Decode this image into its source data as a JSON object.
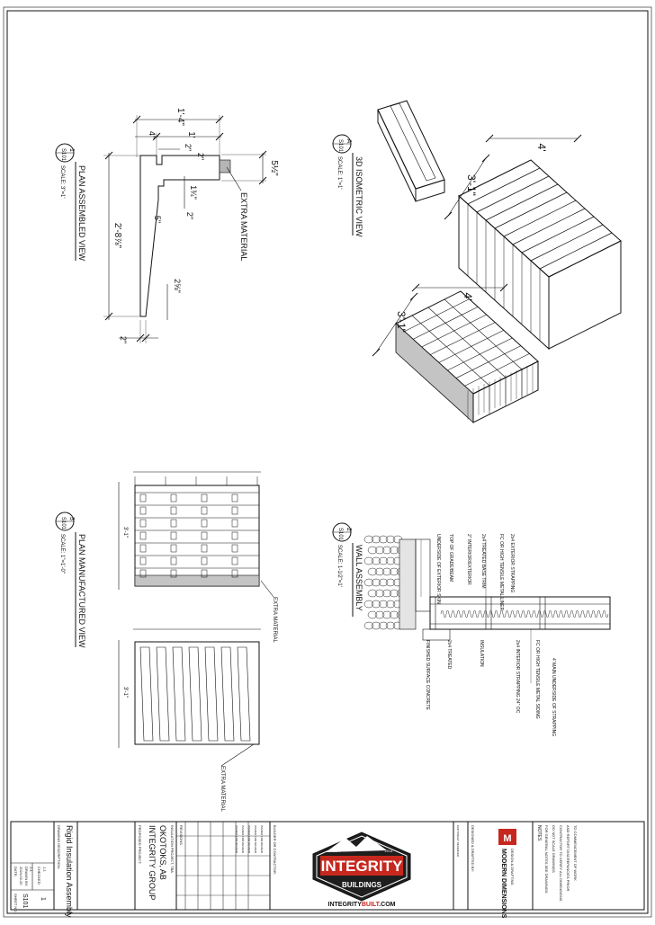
{
  "view1": {
    "number": "1",
    "sheet": "S101",
    "title": "PLAN ASSEMBLED VIEW",
    "scale": "SCALE: 3\"=1'",
    "dims": {
      "overall_width": "1'-4\"",
      "inner_width": "1'",
      "left_4": "4\"",
      "notch_2a": "2\"",
      "notch_2b": "2\"",
      "depth": "5½\"",
      "tab_depth": "1¾\"",
      "notch_2c": "2\"",
      "left_5": "5\"",
      "length": "2'-8⅞\"",
      "taper": "2⅝\"",
      "bottom_2": "2\""
    },
    "extra_material": "EXTRA MATERIAL"
  },
  "viewA": {
    "letter": "A",
    "sheet": "S101",
    "title": "3D ISOMETRIC VIEW",
    "scale": "SCALE: 1\"=1'",
    "dim_width_top": "4'",
    "dim_height_top": "3'-1\"",
    "dim_width_bottom": "4'",
    "dim_height_bottom": "3'-1\""
  },
  "view3": {
    "number": "3",
    "sheet": "S101",
    "title": "PLAN MANUFACTURED VIEW",
    "scale": "SCALE: 1\"=1'-0\"",
    "extra_material_a": "EXTRA MATERIAL",
    "extra_material_b": "EXTRA MATERIAL"
  },
  "view2": {
    "number": "2",
    "sheet": "S101",
    "title": "WALL ASSEMBLY",
    "scale": "SCALE: 1-1/2\"=1'",
    "notes_left": [
      "2x4 EXTERIOR STRAPPING",
      "FC OR HIGH TENSILE METAL LINER",
      "2x4 TREATED BASE TRIM",
      "2\" INTERIOR/EXTERIOR",
      "TOP OF GRADE/BEAM",
      "UNDERSIDE OF EXTERIOR SKIN"
    ],
    "notes_right": [
      "4' MAIN UNDERSIDE OF STRAPPING",
      "FC OR HIGH TENSILE METAL SIDING",
      "2x4 INTERIOR STRAPPING 24\" OC",
      "INSULATION",
      "2x4 TREATED",
      "FINISHED SURFACE CONCRETE"
    ]
  },
  "title_block": {
    "notes_heading": "NOTES",
    "notes_text": [
      "FOR GENERAL NOTES SEE DRAWINGS",
      "DO NOT SCALE DRAWINGS",
      "CONTRACTOR TO VERIFY ALL DIMENSIONS",
      "AND REPORT DISCREPANCIES PRIOR",
      "TO COMMENCEMENT OF WORK"
    ],
    "designer_label": "DESIGNED & DRAFTED BY:",
    "designer_name": "MODERN DIMENSIONS",
    "designer_sub": "DESIGN & DRAFTING",
    "builder_label": "BUILDER OR CONTRACTOR:",
    "brand": "INTEGRITY",
    "brand_sub": "BUILDINGS",
    "brand_est": "EST.",
    "brand_year": "2014",
    "website_a": "INTEGRITY",
    "website_b": "BUILT",
    "website_c": ".COM",
    "revisions_heading": "REVISIONS",
    "revisions": [
      "ISSUED FOR REVIEW",
      "ISSUED FOR REVIEW",
      "ISSUED FOR REVIEW",
      "ISSUED FOR REVIEW",
      "ISSUED FOR REVIEW"
    ],
    "project_label": "PROPOSED PROJECT:",
    "project_name": "INTEGRITY GROUP",
    "project_location": "OKOTOKS, AB",
    "project_sub": "INSULATION PROJECT, TBA",
    "drawing_label": "DRAWING DESCRIPTION:",
    "drawing_title": "Rigid Insulation Assembly",
    "date_label": "DATE:",
    "date_value": "2024-02-20",
    "drawn_label": "DRAWN BY:",
    "drawn_value": "J.J.",
    "checked_label": "CHECKED:",
    "checked_value": "J.J.",
    "sheet_label": "SHEET NO.:",
    "sheet_no": "S101",
    "page_no": "1"
  }
}
